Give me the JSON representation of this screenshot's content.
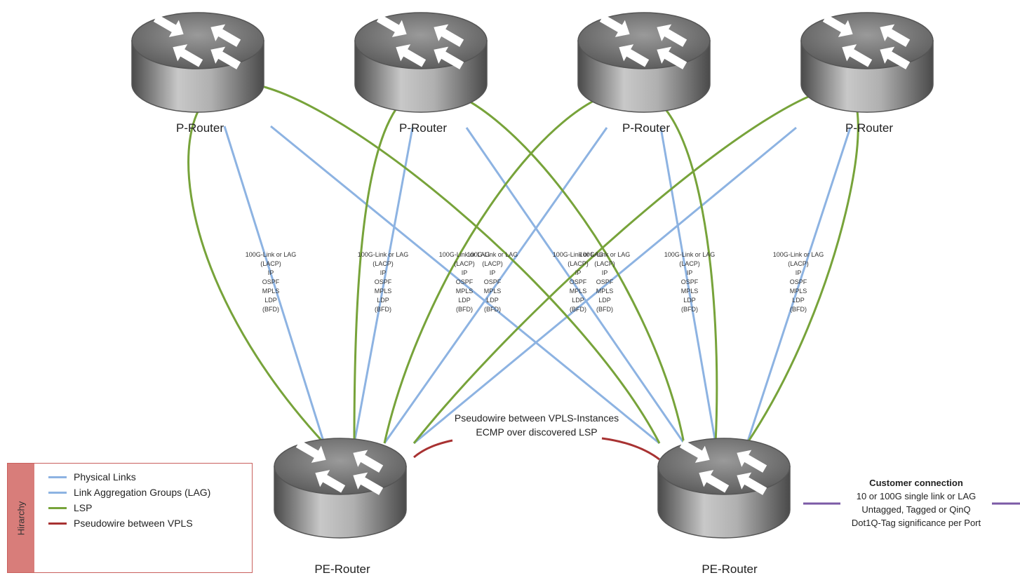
{
  "colors": {
    "physical_link": "#8db3e2",
    "lsp": "#77a33a",
    "pseudowire": "#a83232",
    "customer_link": "#7b5aa6",
    "legend_border": "#c9605d",
    "legend_side": "#d87d7a"
  },
  "nodes": [
    {
      "id": "p1",
      "label": "P-Router",
      "icon": "router-icon"
    },
    {
      "id": "p2",
      "label": "P-Router",
      "icon": "router-icon"
    },
    {
      "id": "p3",
      "label": "P-Router",
      "icon": "router-icon"
    },
    {
      "id": "p4",
      "label": "P-Router",
      "icon": "router-icon"
    },
    {
      "id": "pe1",
      "label": "PE-Router",
      "icon": "router-icon"
    },
    {
      "id": "pe2",
      "label": "PE-Router",
      "icon": "router-icon"
    }
  ],
  "link_labels": [
    [
      "100G-Link or LAG",
      "(LACP)",
      "IP",
      "OSPF",
      "MPLS",
      "LDP",
      "(BFD)"
    ],
    [
      "100G-Link or LAG",
      "(LACP)",
      "IP",
      "OSPF",
      "MPLS",
      "LDP",
      "(BFD)"
    ],
    [
      "100G-Link or LAG",
      "(LACP)",
      "IP",
      "OSPF",
      "MPLS",
      "LDP",
      "(BFD)"
    ],
    [
      "100G-Link or LAG",
      "(LACP)",
      "IP",
      "OSPF",
      "MPLS",
      "LDP",
      "(BFD)"
    ],
    [
      "100G-Link or LAG",
      "(LACP)",
      "IP",
      "OSPF",
      "MPLS",
      "LDP",
      "(BFD)"
    ],
    [
      "100G-Link or LAG",
      "(LACP)",
      "IP",
      "OSPF",
      "MPLS",
      "LDP",
      "(BFD)"
    ],
    [
      "100G-Link or LAG",
      "(LACP)",
      "IP",
      "OSPF",
      "MPLS",
      "LDP",
      "(BFD)"
    ],
    [
      "100G-Link or LAG",
      "(LACP)",
      "IP",
      "OSPF",
      "MPLS",
      "LDP",
      "(BFD)"
    ]
  ],
  "pseudowire_label": {
    "line1": "Pseudowire between VPLS-Instances",
    "line2": "ECMP over discovered LSP"
  },
  "customer": {
    "title": "Customer connection",
    "line1": "10 or 100G single link or LAG",
    "line2": "Untagged, Tagged or QinQ",
    "line3": "Dot1Q-Tag significance per Port"
  },
  "legend": {
    "title": "Hirarchy",
    "items": [
      {
        "label": "Physical Links",
        "color": "#8db3e2"
      },
      {
        "label": "Link Aggregation Groups (LAG)",
        "color": "#8db3e2"
      },
      {
        "label": "LSP",
        "color": "#77a33a"
      },
      {
        "label": "Pseudowire between VPLS",
        "color": "#a83232"
      }
    ]
  }
}
